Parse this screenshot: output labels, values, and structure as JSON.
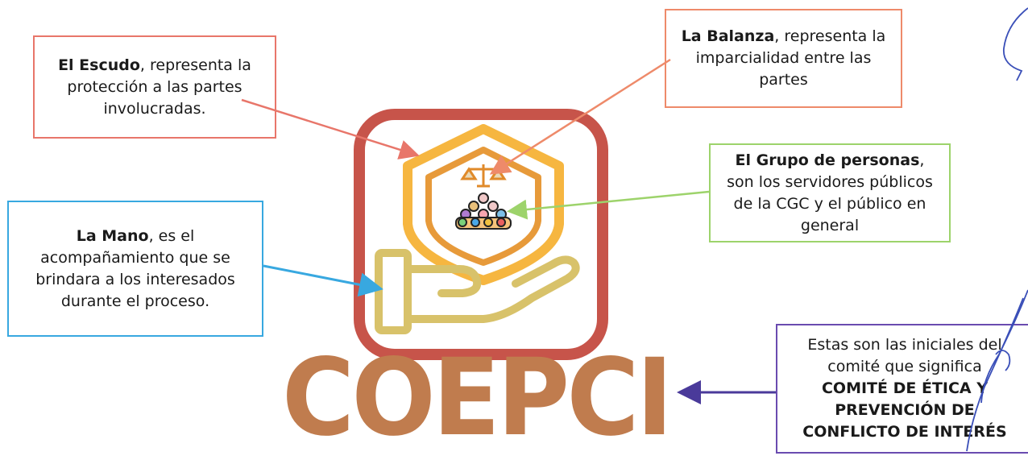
{
  "escudo": {
    "bold": "El Escudo",
    "rest": ", representa la protección a las partes involucradas."
  },
  "balanza": {
    "bold": "La Balanza",
    "rest": ", representa la imparcialidad entre las partes"
  },
  "grupo": {
    "bold": "El Grupo de personas",
    "comma": ",",
    "rest": "son los servidores públicos de la CGC y el público en general"
  },
  "mano": {
    "bold": "La Mano",
    "rest": ", es el acompañamiento que se brindara a los interesados durante el proceso."
  },
  "iniciales": {
    "line1": "Estas son las iniciales del",
    "line2": "comité que significa",
    "strong1": "COMITÉ DE ÉTICA Y",
    "strong2": "PREVENCIÓN DE",
    "strong3": "CONFLICTO DE INTERÉS"
  },
  "logo_text": "COEPCI",
  "colors": {
    "frame": "#c7544a",
    "shield_outer": "#f6b640",
    "shield_inner": "#e79a3a",
    "hand": "#d8c26a",
    "logo_text": "#c07c4e",
    "arrow_escudo": "#e8766a",
    "arrow_balanza": "#ee8a6a",
    "arrow_grupo": "#9dd36b",
    "arrow_mano": "#38a8e0",
    "arrow_iniciales": "#6a4bb0"
  }
}
